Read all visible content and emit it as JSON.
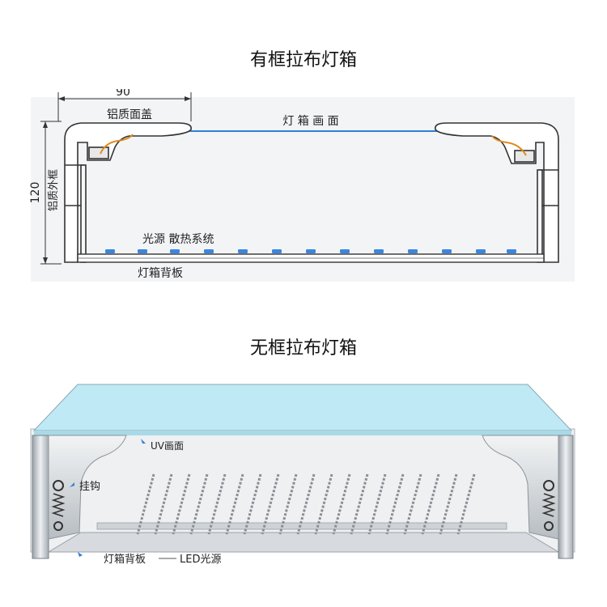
{
  "framed": {
    "title": "有框拉布灯箱",
    "dim_width": "90",
    "dim_height": "120",
    "label_cover": "铝质面盖",
    "label_frame": "铝质外框",
    "label_screen": "灯  箱  画  面",
    "label_light": "光源  散热系统",
    "label_back": "灯箱背板"
  },
  "frameless": {
    "title": "无框拉布灯箱",
    "label_uv": "UV画面",
    "label_hook": "挂钩",
    "label_back": "灯箱背板",
    "label_led": "LED光源"
  },
  "colors": {
    "accent_blue": "#2f7fd6",
    "screen_fill": "#bfe9f4",
    "aluminum": "#c9ced3",
    "led": "#3b86e0"
  }
}
